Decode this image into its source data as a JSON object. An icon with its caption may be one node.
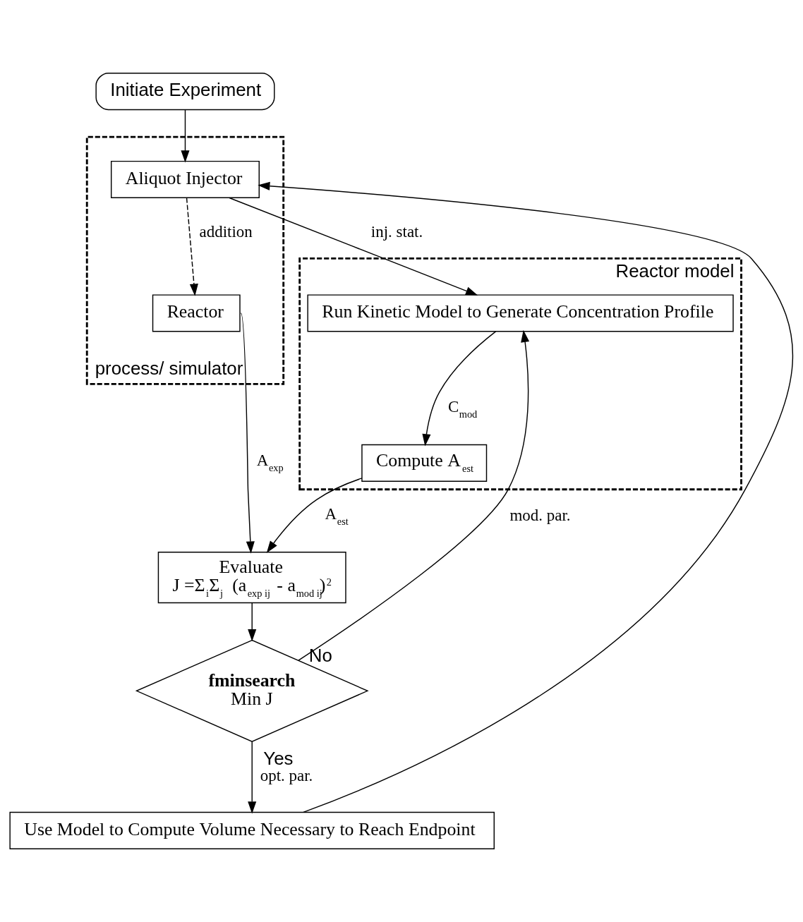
{
  "diagram": {
    "nodes": [
      {
        "text": [
          "Initiate Experiment"
        ]
      },
      {
        "text": [
          "process/ simulator"
        ]
      },
      {
        "text": [
          "Aliquot Injector"
        ],
        "in": 1
      },
      {
        "text": [
          "Reactor"
        ],
        "in": 1
      },
      {
        "text": [
          "Reactor model"
        ]
      },
      {
        "text": [
          "Run Kinetic Model to Generate Concentration Profile"
        ],
        "in": 4
      },
      {
        "text": [
          "Compute A$_{est}$"
        ],
        "in": 4
      },
      {
        "text": [
          "Evaluate",
          "J =Σ$_{i}$Σ$_{j}$ (a$_{exp ij}$ - a$_{mod ij}$)$^{2}$"
        ]
      },
      {
        "text": [
          "fminsearch",
          "Min J"
        ],
        "beside": [
          "No",
          "Yes"
        ]
      },
      {
        "text": [
          "Use Model to Compute Volume Necessary to Reach Endpoint"
        ]
      }
    ],
    "edges": [
      {
        "from": 0,
        "to": 2,
        "arrow": "to"
      },
      {
        "from": 2,
        "to": 5,
        "arrow": "to",
        "label": "inj. stat."
      },
      {
        "from": 2,
        "to": 3,
        "arrow": "to",
        "label": "addition",
        "style": "dashed"
      },
      {
        "from": 3,
        "to": 7,
        "arrow": "to",
        "label": "A$_{exp}$"
      },
      {
        "from": 5,
        "to": 6,
        "arrow": "to",
        "label": "C$_{mod}$"
      },
      {
        "from": 6,
        "to": 7,
        "arrow": "to",
        "label": "A$_{est}$"
      },
      {
        "from": 7,
        "to": 8,
        "arrow": "to"
      },
      {
        "from": 8,
        "to": 5,
        "arrow": "to",
        "label": "mod. par."
      },
      {
        "from": 8,
        "to": 9,
        "arrow": "to",
        "label": "opt. par."
      },
      {
        "from": 9,
        "to": 2,
        "arrow": "to"
      }
    ]
  }
}
